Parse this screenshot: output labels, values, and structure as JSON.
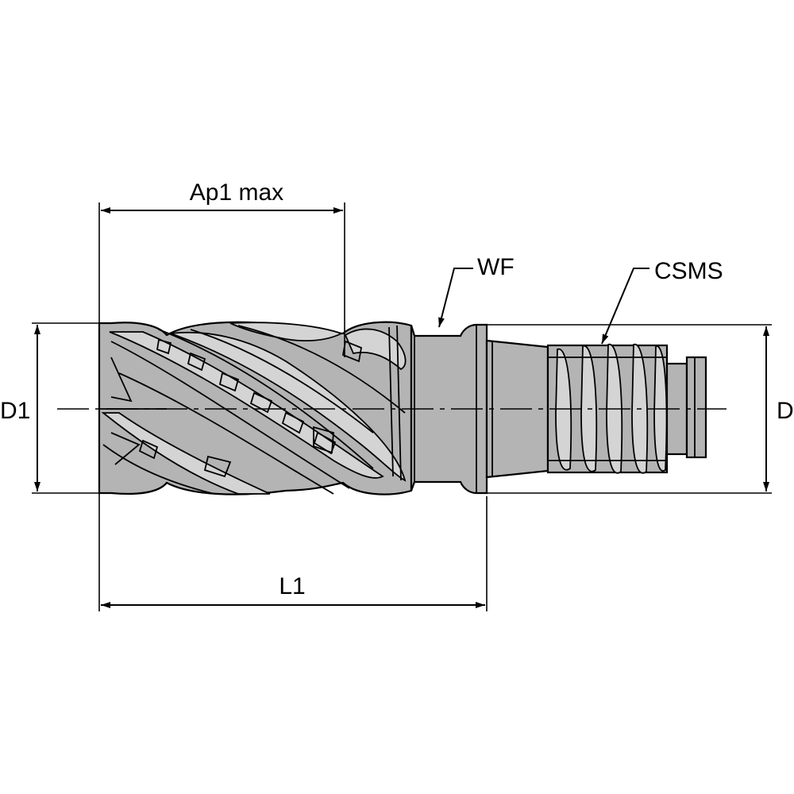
{
  "labels": {
    "ap1": "Ap1 max",
    "wf": "WF",
    "csms": "CSMS",
    "d1": "D1",
    "d": "D",
    "l1": "L1"
  },
  "colors": {
    "body_fill": "#b4b4b4",
    "highlight_fill": "#d4d4d4",
    "line": "#000000"
  }
}
